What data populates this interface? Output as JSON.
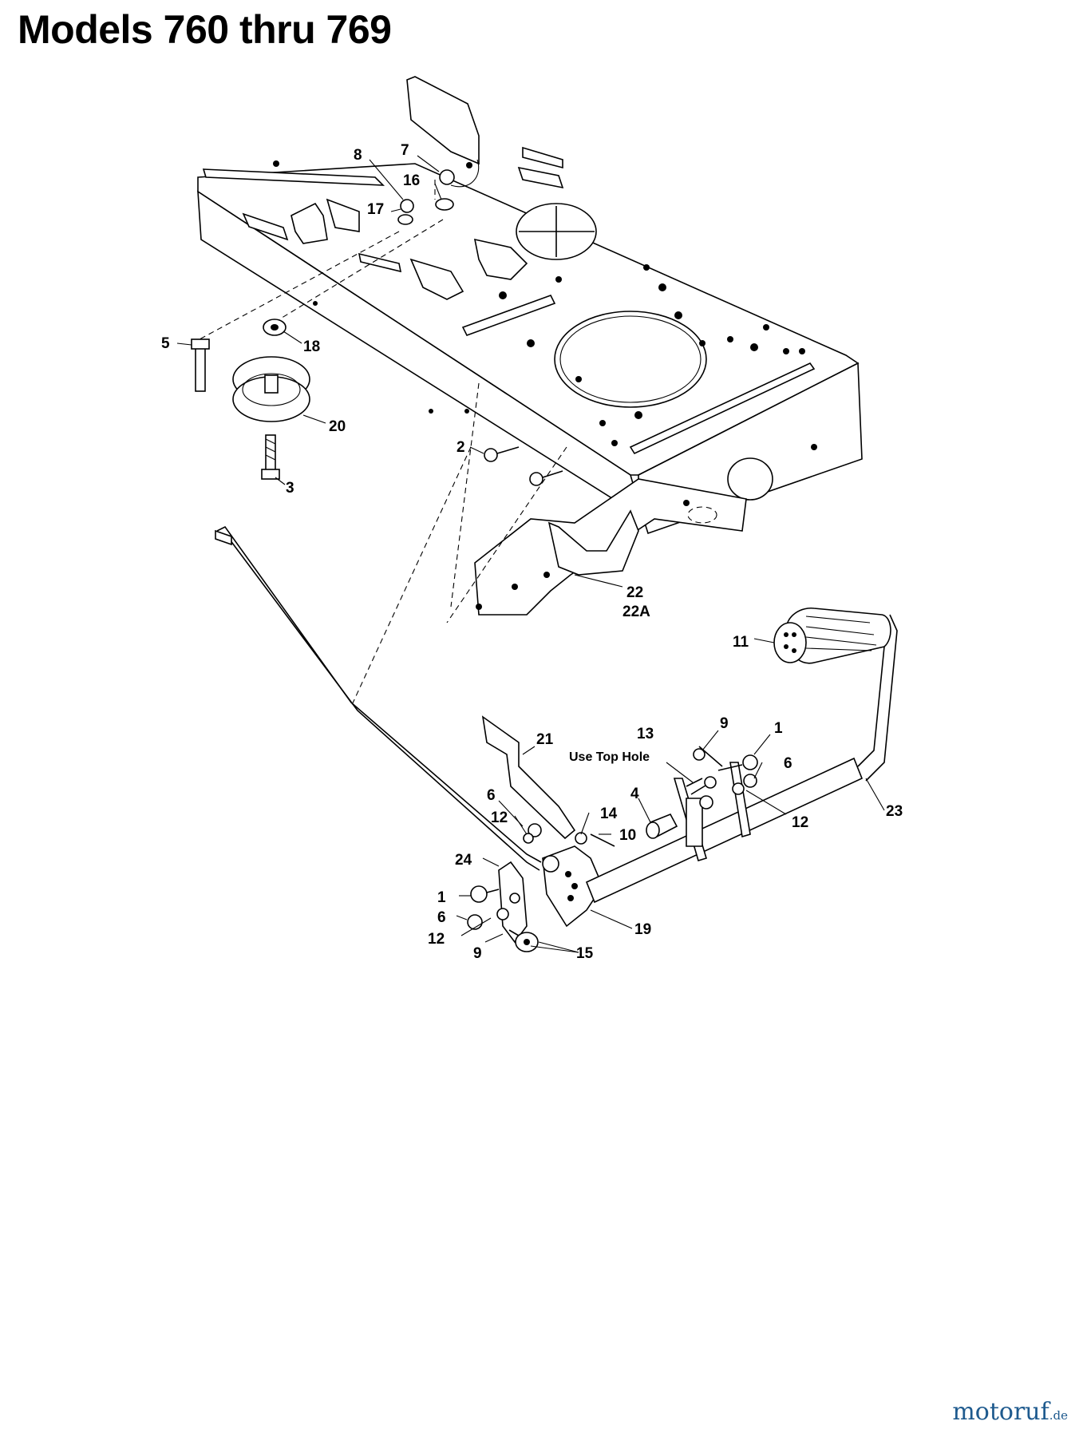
{
  "title": "Models 760 thru 769",
  "callouts": [
    {
      "id": "c8",
      "text": "8"
    },
    {
      "id": "c7",
      "text": "7"
    },
    {
      "id": "c16",
      "text": "16"
    },
    {
      "id": "c17",
      "text": "17"
    },
    {
      "id": "c5",
      "text": "5"
    },
    {
      "id": "c18",
      "text": "18"
    },
    {
      "id": "c20",
      "text": "20"
    },
    {
      "id": "c3",
      "text": "3"
    },
    {
      "id": "c2",
      "text": "2"
    },
    {
      "id": "c22",
      "text": "22"
    },
    {
      "id": "c22a",
      "text": "22A"
    },
    {
      "id": "c11",
      "text": "11"
    },
    {
      "id": "c21",
      "text": "21"
    },
    {
      "id": "c13",
      "text": "13"
    },
    {
      "id": "c9a",
      "text": "9"
    },
    {
      "id": "c1a",
      "text": "1"
    },
    {
      "id": "c6a",
      "text": "6"
    },
    {
      "id": "c6b",
      "text": "6"
    },
    {
      "id": "c12a",
      "text": "12"
    },
    {
      "id": "c14",
      "text": "14"
    },
    {
      "id": "c10",
      "text": "10"
    },
    {
      "id": "c4",
      "text": "4"
    },
    {
      "id": "c12b",
      "text": "12"
    },
    {
      "id": "c23",
      "text": "23"
    },
    {
      "id": "c24",
      "text": "24"
    },
    {
      "id": "c1b",
      "text": "1"
    },
    {
      "id": "c6c",
      "text": "6"
    },
    {
      "id": "c12c",
      "text": "12"
    },
    {
      "id": "c9b",
      "text": "9"
    },
    {
      "id": "c15",
      "text": "15"
    },
    {
      "id": "c19",
      "text": "19"
    }
  ],
  "note": "Use Top Hole",
  "watermark": {
    "name": "motoruf",
    "suffix": ".de"
  }
}
